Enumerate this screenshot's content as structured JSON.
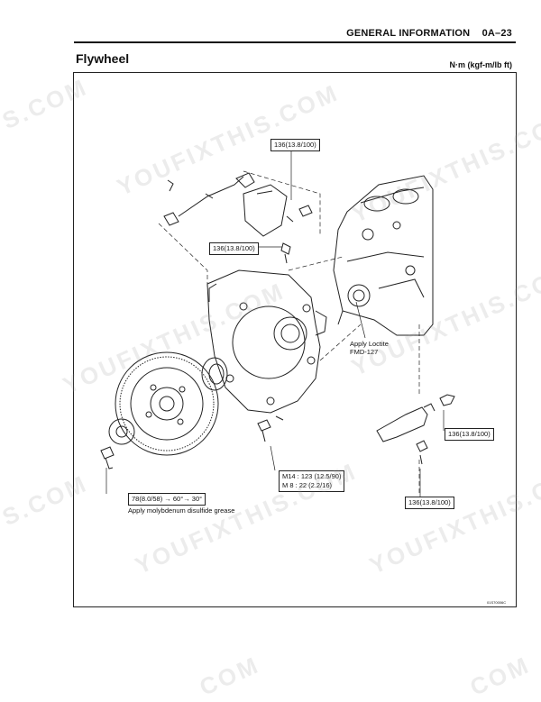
{
  "header": {
    "section": "GENERAL INFORMATION",
    "page_number": "0A–23"
  },
  "title": "Flywheel",
  "units": "N·m (kgf-m/lb ft)",
  "callouts": {
    "bracket_bolt_top": "136(13.8/100)",
    "bracket_bolt_mid": "136(13.8/100)",
    "right_bracket_bolt": "136(13.8/100)",
    "right_lower_bolt": "136(13.8/100)",
    "housing_bolts_m14": "M14 : 123 (12.5/90)",
    "housing_bolts_m8": "M 8 : 22 (2.2/16)",
    "flywheel_bolt": "78(8.0/58) → 60°→ 30°"
  },
  "notes": {
    "loctite_line1": "Apply Loctite",
    "loctite_line2": "FMD-127",
    "grease": "Apply molybdenum disulfide grease"
  },
  "figure_code": "01S70006C",
  "watermark": "YOUFIXTHIS.COM",
  "watermark_short": "S.COM",
  "watermark_tail": "COM"
}
